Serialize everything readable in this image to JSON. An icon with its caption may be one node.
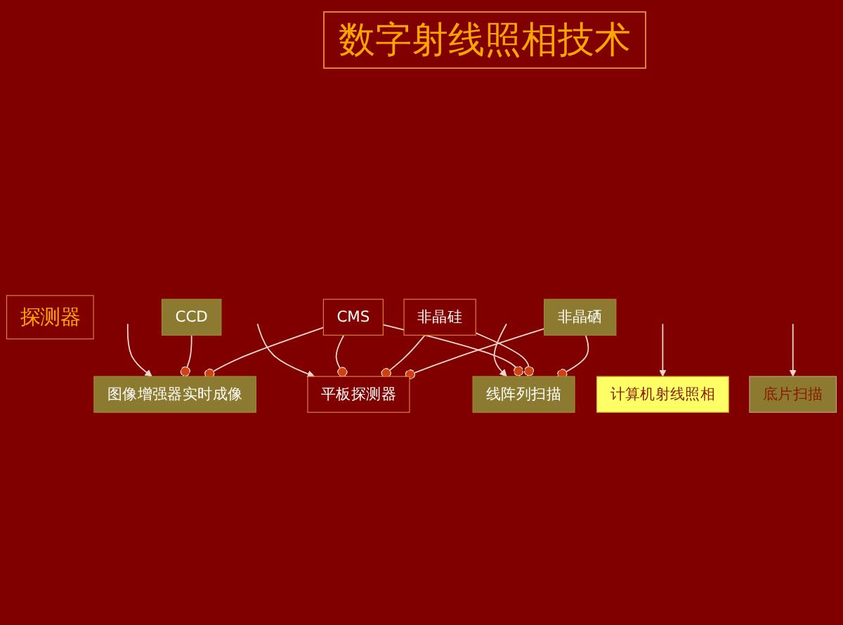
{
  "diagram": {
    "title": "数字射线照相技术",
    "nodes": [
      {
        "text": [
          "探测器"
        ]
      },
      {
        "text": [
          "CCD"
        ]
      },
      {
        "text": [
          "CMS"
        ]
      },
      {
        "text": [
          "非晶硅"
        ]
      },
      {
        "text": [
          "非晶硒"
        ]
      },
      {
        "text": [
          "平板探测器"
        ]
      },
      {
        "text": [
          "线阵列扫描"
        ]
      },
      {
        "text": [
          "图像增强器实时成像"
        ]
      },
      {
        "text": [
          "计算机射线照相"
        ]
      },
      {
        "text": [
          "底片扫描"
        ]
      }
    ],
    "edges": [
      {
        "from": null,
        "to": 5,
        "arrow": "to"
      },
      {
        "from": null,
        "to": 6,
        "arrow": "to"
      },
      {
        "from": null,
        "to": 7,
        "arrow": "to"
      },
      {
        "from": null,
        "to": 8,
        "arrow": "to"
      },
      {
        "from": null,
        "to": 9,
        "arrow": "to"
      },
      {
        "from": 1,
        "to": 7,
        "arrow": "other"
      },
      {
        "from": 2,
        "to": 5,
        "arrow": "other"
      },
      {
        "from": 2,
        "to": 6,
        "arrow": "other"
      },
      {
        "from": 2,
        "to": 7,
        "arrow": "other"
      },
      {
        "from": 3,
        "to": 5,
        "arrow": "other"
      },
      {
        "from": 3,
        "to": 6,
        "arrow": "other"
      },
      {
        "from": 4,
        "to": 5,
        "arrow": "other"
      },
      {
        "from": 4,
        "to": 6,
        "arrow": "other"
      }
    ]
  }
}
